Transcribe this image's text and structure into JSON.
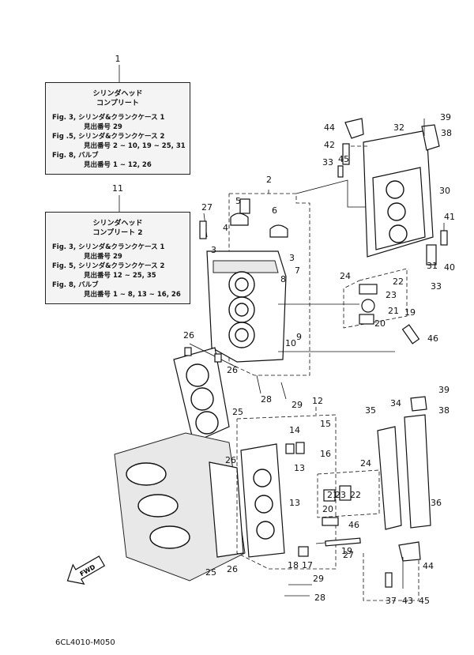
{
  "box1": {
    "ref": "1",
    "title1": "シリンダヘッド",
    "title2": "コンプリート",
    "lines": [
      {
        "fig": "Fig. 3, シリンダ&クランクケース 1",
        "sub": "見出番号 29"
      },
      {
        "fig": "Fig .5, シリンダ&クランクケース 2",
        "sub": "見出番号 2 ~ 10, 19 ~ 25, 31"
      },
      {
        "fig": "Fig. 8, バルブ",
        "sub": "見出番号 1 ~ 12, 26"
      }
    ]
  },
  "box2": {
    "ref": "11",
    "title1": "シリンダヘッド",
    "title2": "コンプリート 2",
    "lines": [
      {
        "fig": "Fig. 3, シリンダ&クランクケース 1",
        "sub": "見出番号 29"
      },
      {
        "fig": "Fig. 5, シリンダ&クランクケース 2",
        "sub": "見出番号 12 ~ 25, 35"
      },
      {
        "fig": "Fig. 8, バルブ",
        "sub": "見出番号 1 ~ 8, 13 ~ 16, 26"
      }
    ]
  },
  "fwd_label": "FWD",
  "drawing_code": "6CL4010-M050",
  "callouts": [
    "2",
    "3",
    "3",
    "4",
    "5",
    "6",
    "7",
    "8",
    "9",
    "10",
    "12",
    "13",
    "13",
    "14",
    "15",
    "16",
    "17",
    "18",
    "19",
    "19",
    "20",
    "20",
    "21",
    "21",
    "22",
    "22",
    "23",
    "23",
    "24",
    "24",
    "25",
    "25",
    "26",
    "26",
    "26",
    "26",
    "27",
    "27",
    "28",
    "28",
    "29",
    "29",
    "30",
    "31",
    "32",
    "33",
    "33",
    "34",
    "35",
    "36",
    "37",
    "38",
    "38",
    "39",
    "39",
    "40",
    "41",
    "42",
    "43",
    "44",
    "44",
    "45",
    "45",
    "46",
    "46"
  ]
}
